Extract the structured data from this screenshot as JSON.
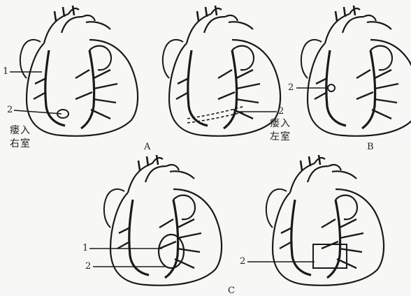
{
  "panels": {
    "A": {
      "caption": "A",
      "left": {
        "label1": "1",
        "label2": "2",
        "note_line1": "瘘入",
        "note_line2": "右室"
      },
      "right": {
        "label2": "2",
        "note_line1": "瘘入",
        "note_line2": "左室"
      }
    },
    "B": {
      "caption": "B",
      "label2": "2"
    },
    "C": {
      "caption": "C",
      "left": {
        "label1": "1",
        "label2": "2"
      },
      "right": {
        "label2": "2"
      }
    }
  },
  "colors": {
    "ink": "#1a1a1a",
    "paper": "#f7f7f5"
  }
}
